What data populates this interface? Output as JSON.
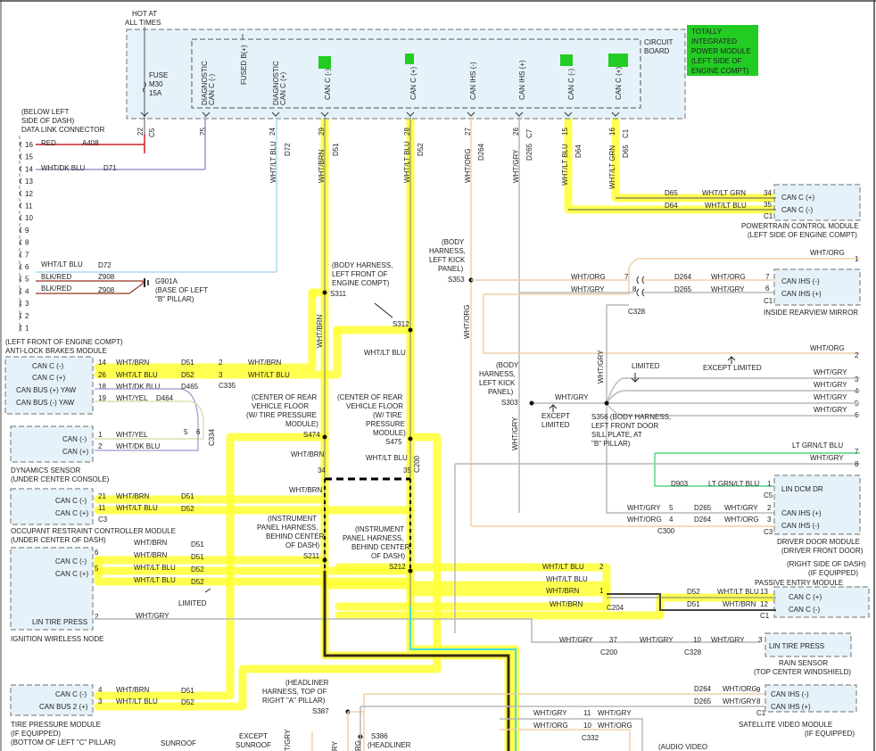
{
  "top": {
    "hot_at": "HOT AT",
    "all_times": "ALL TIMES",
    "circuit": "CIRCUIT",
    "board": "BOARD",
    "fuse": "FUSE",
    "fuse_id": "M30",
    "fuse_amp": "15A",
    "tipm": [
      "TOTALLY",
      "INTEGRATED",
      "POWER MODULE",
      "(LEFT SIDE OF",
      "ENGINE COMPT)"
    ]
  },
  "pins": [
    {
      "label1": "DIAGNOSTIC",
      "label2": "CAN C (-)",
      "num": "25",
      "circ": ""
    },
    {
      "label1": "",
      "label2": "FUSED B(+)",
      "num": "22",
      "circ": "C5"
    },
    {
      "label1": "DIAGNOSTIC",
      "label2": "CAN C (+)",
      "num": "24",
      "circ": "D72"
    },
    {
      "label1": "",
      "label2": "CAN C (-)",
      "num": "29",
      "circ": "D51"
    },
    {
      "label1": "",
      "label2": "CAN C (+)",
      "num": "28",
      "circ": "D52"
    },
    {
      "label1": "",
      "label2": "CAN IHS (-)",
      "num": "27",
      "circ": "D264"
    },
    {
      "label1": "",
      "label2": "CAN IHS (+)",
      "num": "26",
      "circ": "D265"
    },
    {
      "label1": "",
      "label2": "CAN C (-)",
      "num": "15",
      "circ": "D64"
    },
    {
      "label1": "",
      "label2": "CAN C (+)",
      "num": "16",
      "circ": "D65"
    }
  ],
  "c7": "C7",
  "c1": "C1",
  "dlc": {
    "title": [
      "(BELOW LEFT",
      "SIDE OF DASH)",
      "DATA LINK CONNECTOR"
    ],
    "pins": [
      "16",
      "15",
      "14",
      "13",
      "12",
      "11",
      "10",
      "9",
      "8",
      "7",
      "6",
      "5",
      "4",
      "3",
      "2",
      "1"
    ],
    "w16": "RED",
    "c16": "A408",
    "w14": "WHT/DK BLU",
    "c14": "D71",
    "w6": "WHT/LT BLU",
    "c6": "D72",
    "w5": "BLK/RED",
    "c5": "Z908",
    "w4": "BLK/RED",
    "c4": "Z908",
    "g": [
      "G901A",
      "(BASE OF LEFT",
      "\"B\" PILLAR)"
    ]
  },
  "vert_colors": {
    "d72": "WHT/LT BLU",
    "d51": "WHT/BRN",
    "d52": "WHT/LT BLU",
    "d264": "WHT/ORG",
    "d265": "WHT/GRY",
    "d64": "WHT/LT BLU",
    "d65": "WHT/LT GRN"
  },
  "pcm": {
    "name": [
      "POWERTRAIN CONTROL MODULE",
      "(LEFT SIDE OF ENGINE COMPT)"
    ],
    "pins": [
      "CAN C (+)",
      "CAN C (-)"
    ],
    "nums": [
      "34",
      "35"
    ],
    "conn": "C1",
    "c1": "D65",
    "w1": "WHT/LT GRN",
    "c2": "D64",
    "w2": "WHT/LT BLU"
  },
  "s353": [
    "(BODY",
    "HARNESS,",
    "LEFT KICK",
    "PANEL)",
    "S353"
  ],
  "mirror": {
    "name": "INSIDE REARVIEW MIRROR",
    "pins": [
      "CAN IHS (-)",
      "CAN IHS (+)"
    ],
    "nums": [
      "7",
      "6"
    ],
    "conn": "C1",
    "c1": "D264",
    "w1": "WHT/ORG",
    "c2": "D265",
    "w2": "WHT/GRY",
    "cn": "C328",
    "lw1": "WHT/ORG",
    "lw2": "WHT/GRY",
    "ln1": "7",
    "ln2": "8",
    "top": "WHT/ORG",
    "top_n": "1"
  },
  "s311": [
    "(BODY HARNESS,",
    "LEFT FRONT OF",
    "ENGINE COMPT)",
    "S311"
  ],
  "s312": "S312",
  "abs": {
    "name": [
      "(LEFT FRONT OF ENGINE COMPT)",
      "ANTI-LOCK BRAKES MODULE"
    ],
    "pins": [
      "CAN C (-)",
      "CAN C (+)",
      "CAN BUS (+) YAW",
      "CAN BUS (-) YAW"
    ],
    "nums": [
      "14",
      "26",
      "18",
      "19"
    ],
    "w": [
      "WHT/BRN",
      "WHT/LT BLU",
      "WHT/DK BLU",
      "WHT/YEL"
    ],
    "c": [
      "D51",
      "D52",
      "D465",
      "D464"
    ],
    "r": [
      "2",
      "3"
    ],
    "rw": [
      "WHT/BRN",
      "WHT/LT BLU"
    ],
    "cn": "C335"
  },
  "whtltblu_mid": "WHT/LT BLU",
  "orange_right": {
    "w1": "WHT/ORG",
    "n1": "2"
  },
  "s303": [
    "(BODY",
    "HARNESS,",
    "LEFT KICK",
    "PANEL)",
    "S303"
  ],
  "except1": [
    "EXCEPT",
    "LIMITED"
  ],
  "limited": "LIMITED",
  "except_limited": "EXCEPT LIMITED",
  "gry_right": {
    "w": [
      "WHT/GRY",
      "WHT/GRY",
      "WHT/GRY",
      "WHT/GRY"
    ],
    "n": [
      "3",
      "4",
      "5",
      "6"
    ]
  },
  "s356": [
    "S356 (BODY HARNESS,",
    "LEFT FRONT DOOR",
    "SILL PLATE, AT",
    "\"B\" PILLAR)"
  ],
  "s303_gry": "WHT/GRY",
  "vert_gry": "WHT/GRY",
  "vert_gry2": "WHT/GRY",
  "vert_org": "WHT/ORG",
  "s474": [
    "(CENTER OF REAR",
    "VEHICLE FLOOR",
    "(W/ TIRE PRESSURE",
    "MODULE)",
    "S474"
  ],
  "s475": [
    "(CENTER OF REAR",
    "VEHICLE FLOOR",
    "(W/ TIRE",
    "PRESSURE",
    "MODULE)",
    "S475"
  ],
  "dyn": {
    "name": [
      "DYNAMICS SENSOR",
      "(UNDER CENTER CONSOLE)"
    ],
    "pins": [
      "CAN (-)",
      "CAN (+)"
    ],
    "nums": [
      "1",
      "2"
    ],
    "w": [
      "WHT/YEL",
      "WHT/DK BLU"
    ],
    "cn": "C334",
    "n5": "5",
    "n6": "6"
  },
  "mid": {
    "brn": "WHT/BRN",
    "blu": "WHT/LT BLU",
    "n34": "34",
    "n35": "35",
    "c200": "C200",
    "brn2": "WHT/BRN"
  },
  "ltgrn": {
    "w": "LT GRN/LT BLU",
    "n": "7",
    "w2": "WHT/GRY",
    "n2": "8"
  },
  "dcm": {
    "name": [
      "DRIVER DOOR MODULE",
      "(DRIVER FRONT DOOR)"
    ],
    "pins": [
      "LIN DCM DR",
      "CAN IHS (+)",
      "CAN IHS (-)"
    ],
    "nums": [
      "1",
      "2",
      "3"
    ],
    "conn_top": "C5",
    "conn": "C3",
    "c1": "D903",
    "w1": "LT GRN/LT BLU",
    "w2": "WHT/GRY",
    "w3": "WHT/ORG",
    "l2": "WHT/GRY",
    "l3": "WHT/ORG",
    "ln2": "5",
    "ln3": "4",
    "c2": "D265",
    "c3": "D264",
    "cn": "C300"
  },
  "orc": {
    "name": [
      "OCCUPANT RESTRAINT CONTROLLER MODULE",
      "(UNDER CENTER OF DASH)"
    ],
    "pins": [
      "CAN C (-)",
      "CAN C (+)"
    ],
    "nums": [
      "21",
      "11"
    ],
    "w": [
      "WHT/BRN",
      "WHT/LT BLU"
    ],
    "c": [
      "D51",
      "D52"
    ],
    "conn": "C3"
  },
  "s211": [
    "(INSTRUMENT",
    "PANEL HARNESS,",
    "BEHIND CENTER",
    "OF DASH)",
    "S211"
  ],
  "s212": [
    "(INSTRUMENT",
    "PANEL HARNESS,",
    "BEHIND CENTER",
    "OF DASH)",
    "S212"
  ],
  "ign": {
    "name": "IGNITION WIRELESS NODE",
    "pins": [
      "CAN C (-)",
      "CAN C (+)",
      "LIN TIRE PRESS"
    ],
    "nums": [
      "6",
      "5",
      "2"
    ],
    "w": [
      "WHT/BRN",
      "WHT/BRN",
      "WHT/LT BLU",
      "WHT/LT BLU"
    ],
    "c": [
      "D51",
      "D51",
      "D52",
      "D52"
    ],
    "limited": "LIMITED",
    "lin_w": "WHT/GRY"
  },
  "pem": {
    "name": [
      "(RIGHT SIDE OF DASH)",
      "(IF EQUIPPED)",
      "PASSIVE ENTRY MODULE"
    ],
    "pins": [
      "CAN C (+)",
      "CAN C (-)"
    ],
    "nums": [
      "13",
      "12"
    ],
    "conn": "C1",
    "c1": "D52",
    "w1": "WHT/LT BLU",
    "c2": "D51",
    "w2": "WHT/BRN",
    "l1": "WHT/LT BLU",
    "l2": "WHT/BRN",
    "ln1": "2",
    "ln2": "1",
    "l3": "WHT/LT BLU",
    "l4": "WHT/BRN",
    "cn": "C204"
  },
  "rain": {
    "name": [
      "RAIN SENSOR",
      "(TOP CENTER WINDSHIELD)"
    ],
    "pin": "LIN TIRE PRESS",
    "num": "3",
    "w1": "WHT/GRY",
    "n1": "37",
    "c1": "C200",
    "w2": "WHT/GRY",
    "n2": "10",
    "c2": "C328",
    "w3": "WHT/GRY"
  },
  "tpm": {
    "name": [
      "TIRE PRESSURE MODULE",
      "(IF EQUIPPED)",
      "(BOTTOM OF LEFT \"C\" PILLAR)"
    ],
    "pins": [
      "CAN C (-)",
      "CAN BUS 2 (+)"
    ],
    "nums": [
      "4",
      "3"
    ],
    "w": [
      "WHT/BRN",
      "WHT/LT BLU"
    ],
    "c": [
      "D51",
      "D52"
    ]
  },
  "s387": [
    "(HEADLINER",
    "HARNESS, TOP OF",
    "RIGHT \"A\" PILLAR)",
    "S387"
  ],
  "s386": [
    "S386",
    "(HEADLINER"
  ],
  "sdars": {
    "name": [
      "SATELLITE VIDEO MODULE",
      "(IF EQUIPPED)"
    ],
    "pins": [
      "CAN IHS (-)",
      "CAN IHS (+)"
    ],
    "nums": [
      "9",
      "8"
    ],
    "conn": "C1",
    "c1": "D264",
    "w1": "WHT/ORG",
    "c2": "D265",
    "w2": "WHT/GRY",
    "l1": "WHT/GRY",
    "l2": "WHT/ORG",
    "n11": "11",
    "n10": "10",
    "r1": "WHT/GRY",
    "r2": "WHT/ORG",
    "cn": "C332"
  },
  "bottom": {
    "sunroof": "SUNROOF",
    "except": "EXCEPT",
    "sunroof2": "SUNROOF",
    "audio": "(AUDIO VIDEO",
    "v1": "T/GRY",
    "v2": "RY",
    "v3": "RG"
  }
}
